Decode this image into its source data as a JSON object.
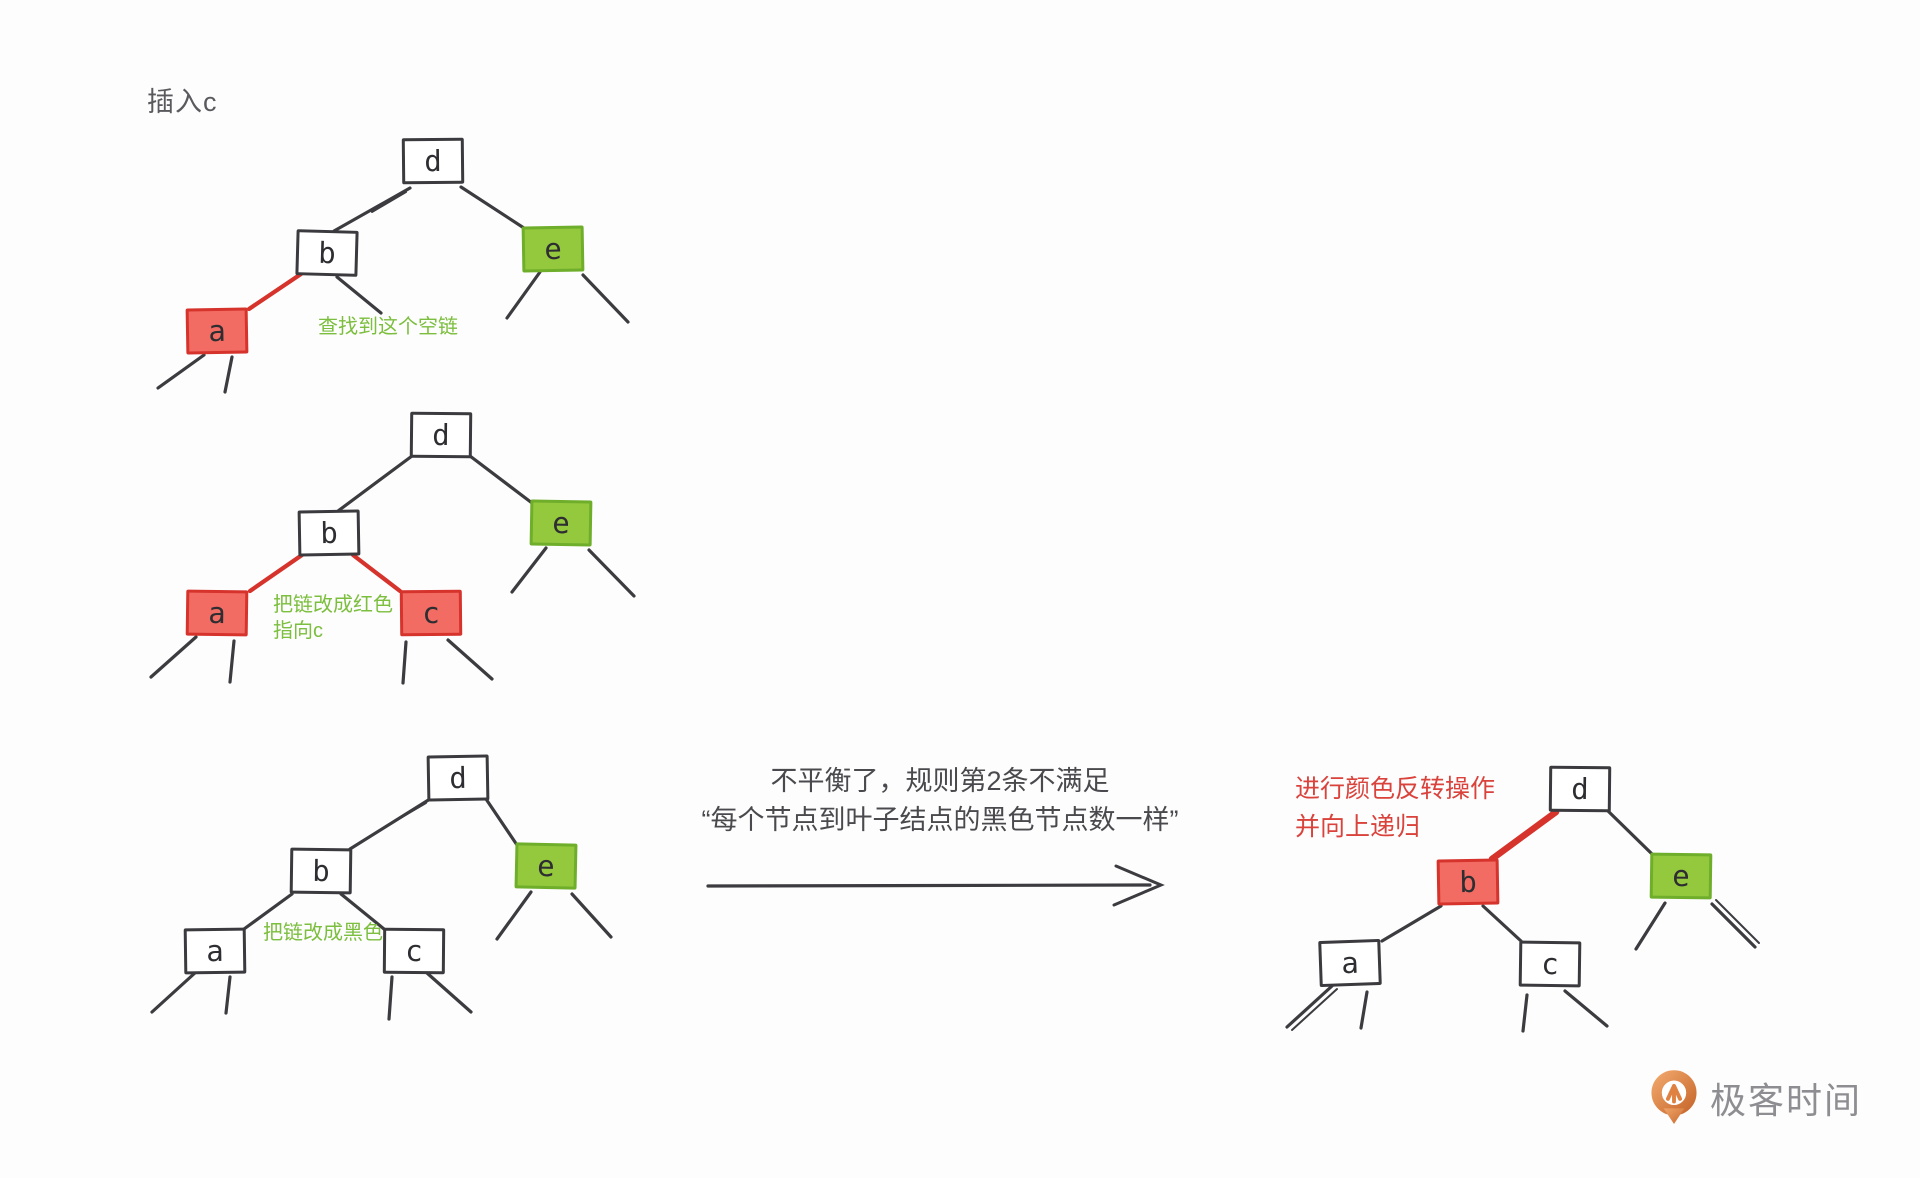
{
  "title": "插入c",
  "palette": {
    "node_red_fill": "#F26C63",
    "node_red_border": "#D5332C",
    "node_green_fill": "#94C83D",
    "node_green_border": "#6FAE2B",
    "node_plain_fill": "#FFFFFF",
    "node_border_dark": "#3B3B3F",
    "edge_black": "#3C3C40",
    "edge_red": "#D5332C",
    "annotation_green": "#7CBE3E",
    "annotation_red": "#DA423C",
    "text_dark": "#4A4A4E",
    "title_gray": "#5A5A5E",
    "logo_orange": "#DF8141",
    "logo_orange_dark": "#C96A2F",
    "logo_text_gray": "#8E8E92"
  },
  "steps": {
    "step1": {
      "nodes": {
        "d": "d",
        "b": "b",
        "e": "e",
        "a": "a"
      },
      "annotation": "查找到这个空链"
    },
    "step2": {
      "nodes": {
        "d": "d",
        "b": "b",
        "e": "e",
        "a": "a",
        "c": "c"
      },
      "annotation_line1": "把链改成红色",
      "annotation_line2": "指向c"
    },
    "step3": {
      "nodes": {
        "d": "d",
        "b": "b",
        "e": "e",
        "a": "a",
        "c": "c"
      },
      "annotation": "把链改成黑色"
    },
    "step4": {
      "nodes": {
        "d": "d",
        "b": "b",
        "e": "e",
        "a": "a",
        "c": "c"
      },
      "annotation_line1": "进行颜色反转操作",
      "annotation_line2": "并向上递归"
    }
  },
  "middle_note": {
    "line1": "不平衡了，规则第2条不满足",
    "line2": "“每个节点到叶子结点的黑色节点数一样”"
  },
  "logo": {
    "text": "极客时间"
  }
}
